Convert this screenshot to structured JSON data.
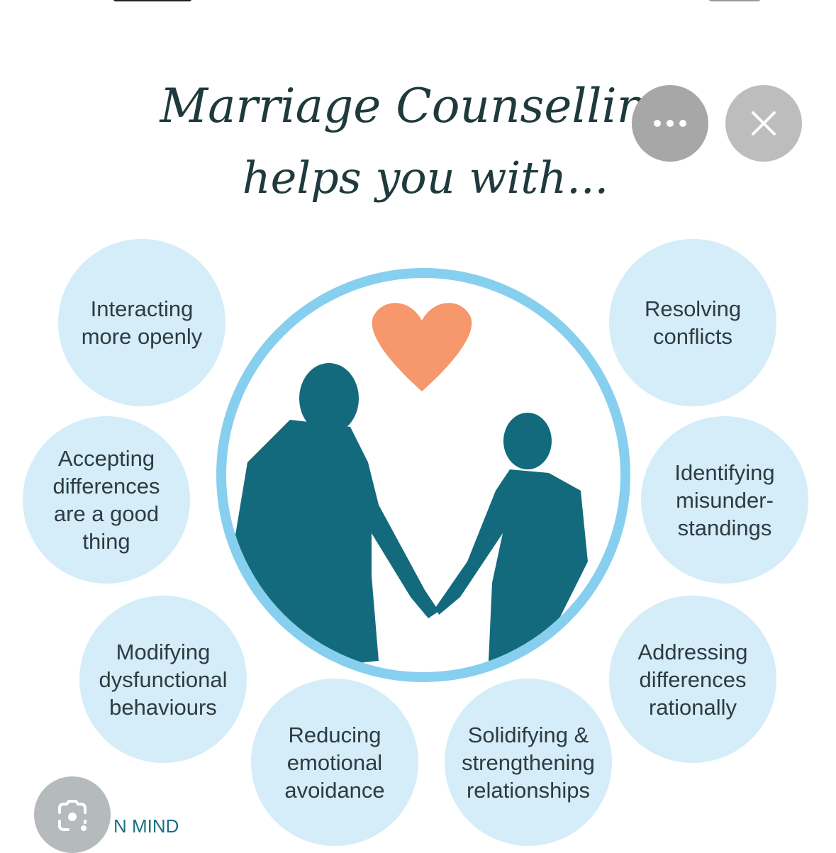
{
  "infographic": {
    "title_line1": "Marriage Counselling",
    "title_line2": "helps you with...",
    "items": [
      "Interacting\nmore openly",
      "Accepting\ndifferences\nare a good\nthing",
      "Modifying\ndysfunctional\nbehaviours",
      "Reducing\nemotional\navoidance",
      "Solidifying &\nstrengthening\nrelationships",
      "Addressing\ndifferences\nrationally",
      "Identifying\nmisunder-\nstandings",
      "Resolving\nconflicts"
    ],
    "brand_text": "N MIND"
  },
  "overlay": {
    "more_icon": "more-horizontal-icon",
    "close_icon": "close-icon",
    "lens_icon": "google-lens-icon"
  },
  "colors": {
    "bubble": "#d4edf8",
    "ring": "#87cfee",
    "heart": "#f7976c",
    "silhouette": "#136a7d"
  }
}
